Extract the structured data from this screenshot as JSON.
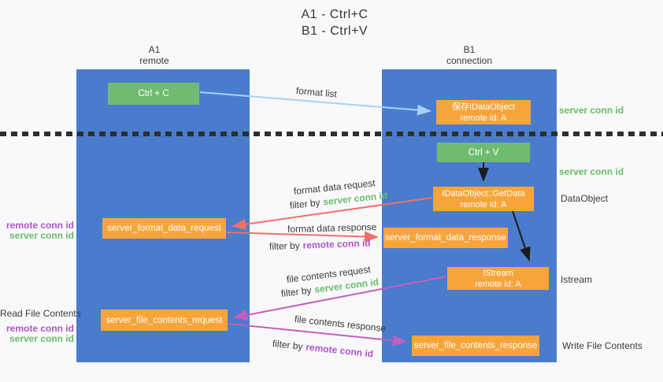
{
  "colors": {
    "lane_blue": "#4a7cce",
    "box_green": "#6fbc70",
    "box_orange": "#f7a53b",
    "arrow_light_blue": "#a6d2f3",
    "arrow_red": "#ee7165",
    "arrow_magenta": "#c45ec0",
    "arrow_black": "#1c1c1c",
    "text_green": "#67bd66",
    "text_purple": "#b052c8",
    "text_dark": "#3a3a3a"
  },
  "title": {
    "line1": "A1 - Ctrl+C",
    "line2": "B1 - Ctrl+V"
  },
  "lanes": {
    "left": {
      "id": "A1",
      "name": "remote"
    },
    "right": {
      "id": "B1",
      "name": "connection"
    }
  },
  "boxes": {
    "ctrl_c": "Ctrl + C",
    "ctrl_v": "Ctrl + V",
    "save_dataobject": {
      "line1": "保存IDataObject",
      "line2": "remote id: A"
    },
    "getdata": {
      "line1": "IDataObject::GetData",
      "line2": "remote id: A"
    },
    "istream": {
      "line1": "IStream",
      "line2": "remote id: A"
    },
    "format_request": "server_format_data_request",
    "format_response": "server_format_data_response",
    "file_request": "server_file_contents_request",
    "file_response": "server_file_contents_response"
  },
  "arrow_labels": {
    "format_list": "format list",
    "format_data_request": "format data request",
    "format_data_response": "format data response",
    "file_contents_request": "file contents request",
    "file_contents_response": "file contents response",
    "filter_by": "filter by",
    "server_conn_id": "server conn id",
    "remote_conn_id": "remote conn id"
  },
  "side_labels": {
    "right_server_conn_id_top": "server conn id",
    "right_server_conn_id_mid": "server conn id",
    "right_dataobject": "DataObject",
    "right_istream": "Istream",
    "right_write_file_contents": "Write File Contents",
    "left_remote_conn_id_top": "remote conn id",
    "left_server_conn_id_top": "server conn id",
    "left_read_file_contents": "Read File Contents",
    "left_remote_conn_id_bottom": "remote conn id",
    "left_server_conn_id_bottom": "server conn id"
  }
}
